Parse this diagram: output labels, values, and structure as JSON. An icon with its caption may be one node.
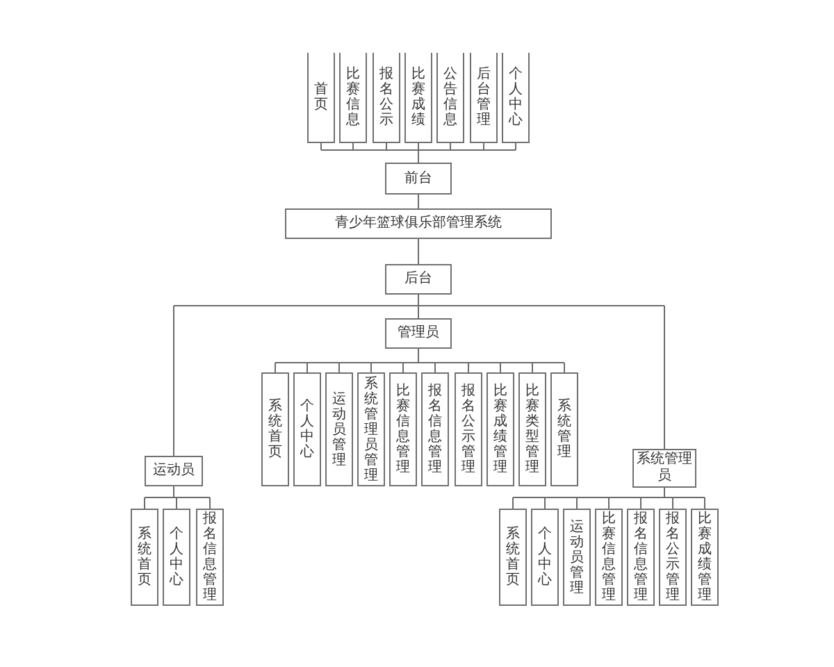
{
  "diagram": {
    "nodes": [
      {
        "text": [
          "首页"
        ]
      },
      {
        "text": [
          "比赛信息"
        ]
      },
      {
        "text": [
          "报名公示"
        ]
      },
      {
        "text": [
          "比赛成绩"
        ]
      },
      {
        "text": [
          "公告信息"
        ]
      },
      {
        "text": [
          "后台管理"
        ]
      },
      {
        "text": [
          "个人中心"
        ]
      },
      {
        "text": [
          "前台"
        ]
      },
      {
        "text": [
          "青少年篮球俱乐部管理系统"
        ]
      },
      {
        "text": [
          "后台"
        ]
      },
      {
        "text": [
          "管理员"
        ]
      },
      {
        "text": [
          "系统首页"
        ]
      },
      {
        "text": [
          "个人中心"
        ]
      },
      {
        "text": [
          "运动员管理"
        ]
      },
      {
        "text": [
          "系统管理员管理"
        ]
      },
      {
        "text": [
          "比赛信息管理"
        ]
      },
      {
        "text": [
          "报名信息管理"
        ]
      },
      {
        "text": [
          "报名公示管理"
        ]
      },
      {
        "text": [
          "比赛成绩管理"
        ]
      },
      {
        "text": [
          "比赛类型管理"
        ]
      },
      {
        "text": [
          "系统管理"
        ]
      },
      {
        "text": [
          "运动员"
        ]
      },
      {
        "text": [
          "系统首页"
        ]
      },
      {
        "text": [
          "个人中心"
        ]
      },
      {
        "text": [
          "报名信息管理"
        ]
      },
      {
        "text": [
          "系统管理员"
        ]
      },
      {
        "text": [
          "系统首页"
        ]
      },
      {
        "text": [
          "个人中心"
        ]
      },
      {
        "text": [
          "运动员管理"
        ]
      },
      {
        "text": [
          "比赛信息管理"
        ]
      },
      {
        "text": [
          "报名信息管理"
        ]
      },
      {
        "text": [
          "报名公示管理"
        ]
      },
      {
        "text": [
          "比赛成绩管理"
        ]
      }
    ],
    "edges": [
      {
        "from": 7,
        "to": 0,
        "arrow": "none"
      },
      {
        "from": 7,
        "to": 1,
        "arrow": "none"
      },
      {
        "from": 7,
        "to": 2,
        "arrow": "none"
      },
      {
        "from": 7,
        "to": 3,
        "arrow": "none"
      },
      {
        "from": 7,
        "to": 4,
        "arrow": "none"
      },
      {
        "from": 7,
        "to": 5,
        "arrow": "none"
      },
      {
        "from": 7,
        "to": 6,
        "arrow": "none"
      },
      {
        "from": 8,
        "to": 7,
        "arrow": "none"
      },
      {
        "from": 8,
        "to": 9,
        "arrow": "none"
      },
      {
        "from": 9,
        "to": 10,
        "arrow": "none"
      },
      {
        "from": 9,
        "to": 21,
        "arrow": "none"
      },
      {
        "from": 9,
        "to": 25,
        "arrow": "none"
      },
      {
        "from": 10,
        "to": 11,
        "arrow": "none"
      },
      {
        "from": 10,
        "to": 12,
        "arrow": "none"
      },
      {
        "from": 10,
        "to": 13,
        "arrow": "none"
      },
      {
        "from": 10,
        "to": 14,
        "arrow": "none"
      },
      {
        "from": 10,
        "to": 15,
        "arrow": "none"
      },
      {
        "from": 10,
        "to": 16,
        "arrow": "none"
      },
      {
        "from": 10,
        "to": 17,
        "arrow": "none"
      },
      {
        "from": 10,
        "to": 18,
        "arrow": "none"
      },
      {
        "from": 10,
        "to": 19,
        "arrow": "none"
      },
      {
        "from": 10,
        "to": 20,
        "arrow": "none"
      },
      {
        "from": 21,
        "to": 22,
        "arrow": "none"
      },
      {
        "from": 21,
        "to": 23,
        "arrow": "none"
      },
      {
        "from": 21,
        "to": 24,
        "arrow": "none"
      },
      {
        "from": 25,
        "to": 26,
        "arrow": "none"
      },
      {
        "from": 25,
        "to": 27,
        "arrow": "none"
      },
      {
        "from": 25,
        "to": 28,
        "arrow": "none"
      },
      {
        "from": 25,
        "to": 29,
        "arrow": "none"
      },
      {
        "from": 25,
        "to": 30,
        "arrow": "none"
      },
      {
        "from": 25,
        "to": 31,
        "arrow": "none"
      },
      {
        "from": 25,
        "to": 32,
        "arrow": "none"
      }
    ]
  }
}
